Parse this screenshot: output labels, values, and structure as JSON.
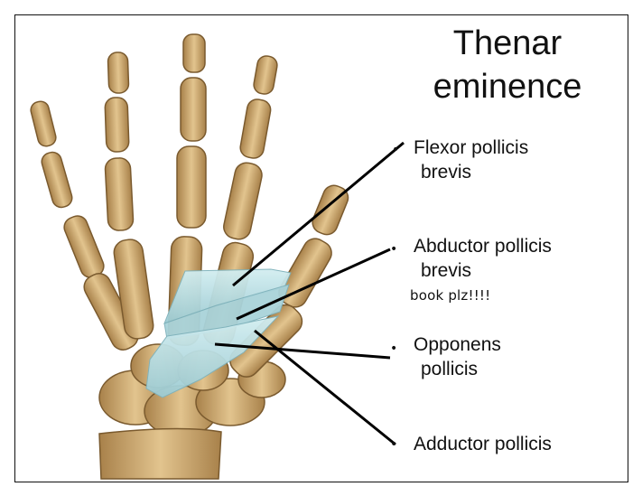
{
  "title": {
    "line1": "Thenar",
    "line2": "eminence"
  },
  "labels": [
    {
      "line1": "Flexor pollicis",
      "line2": "brevis"
    },
    {
      "line1": "Abductor pollicis",
      "line2": "brevis"
    },
    {
      "line1": "Opponens",
      "line2": "pollicis"
    },
    {
      "line1": "Adductor pollicis",
      "line2": ""
    }
  ],
  "note": "book plz!!!!",
  "colors": {
    "bone": "#c9a46a",
    "bone_dark": "#8a6a3a",
    "muscle": "#b8dde3",
    "line": "#000000"
  }
}
